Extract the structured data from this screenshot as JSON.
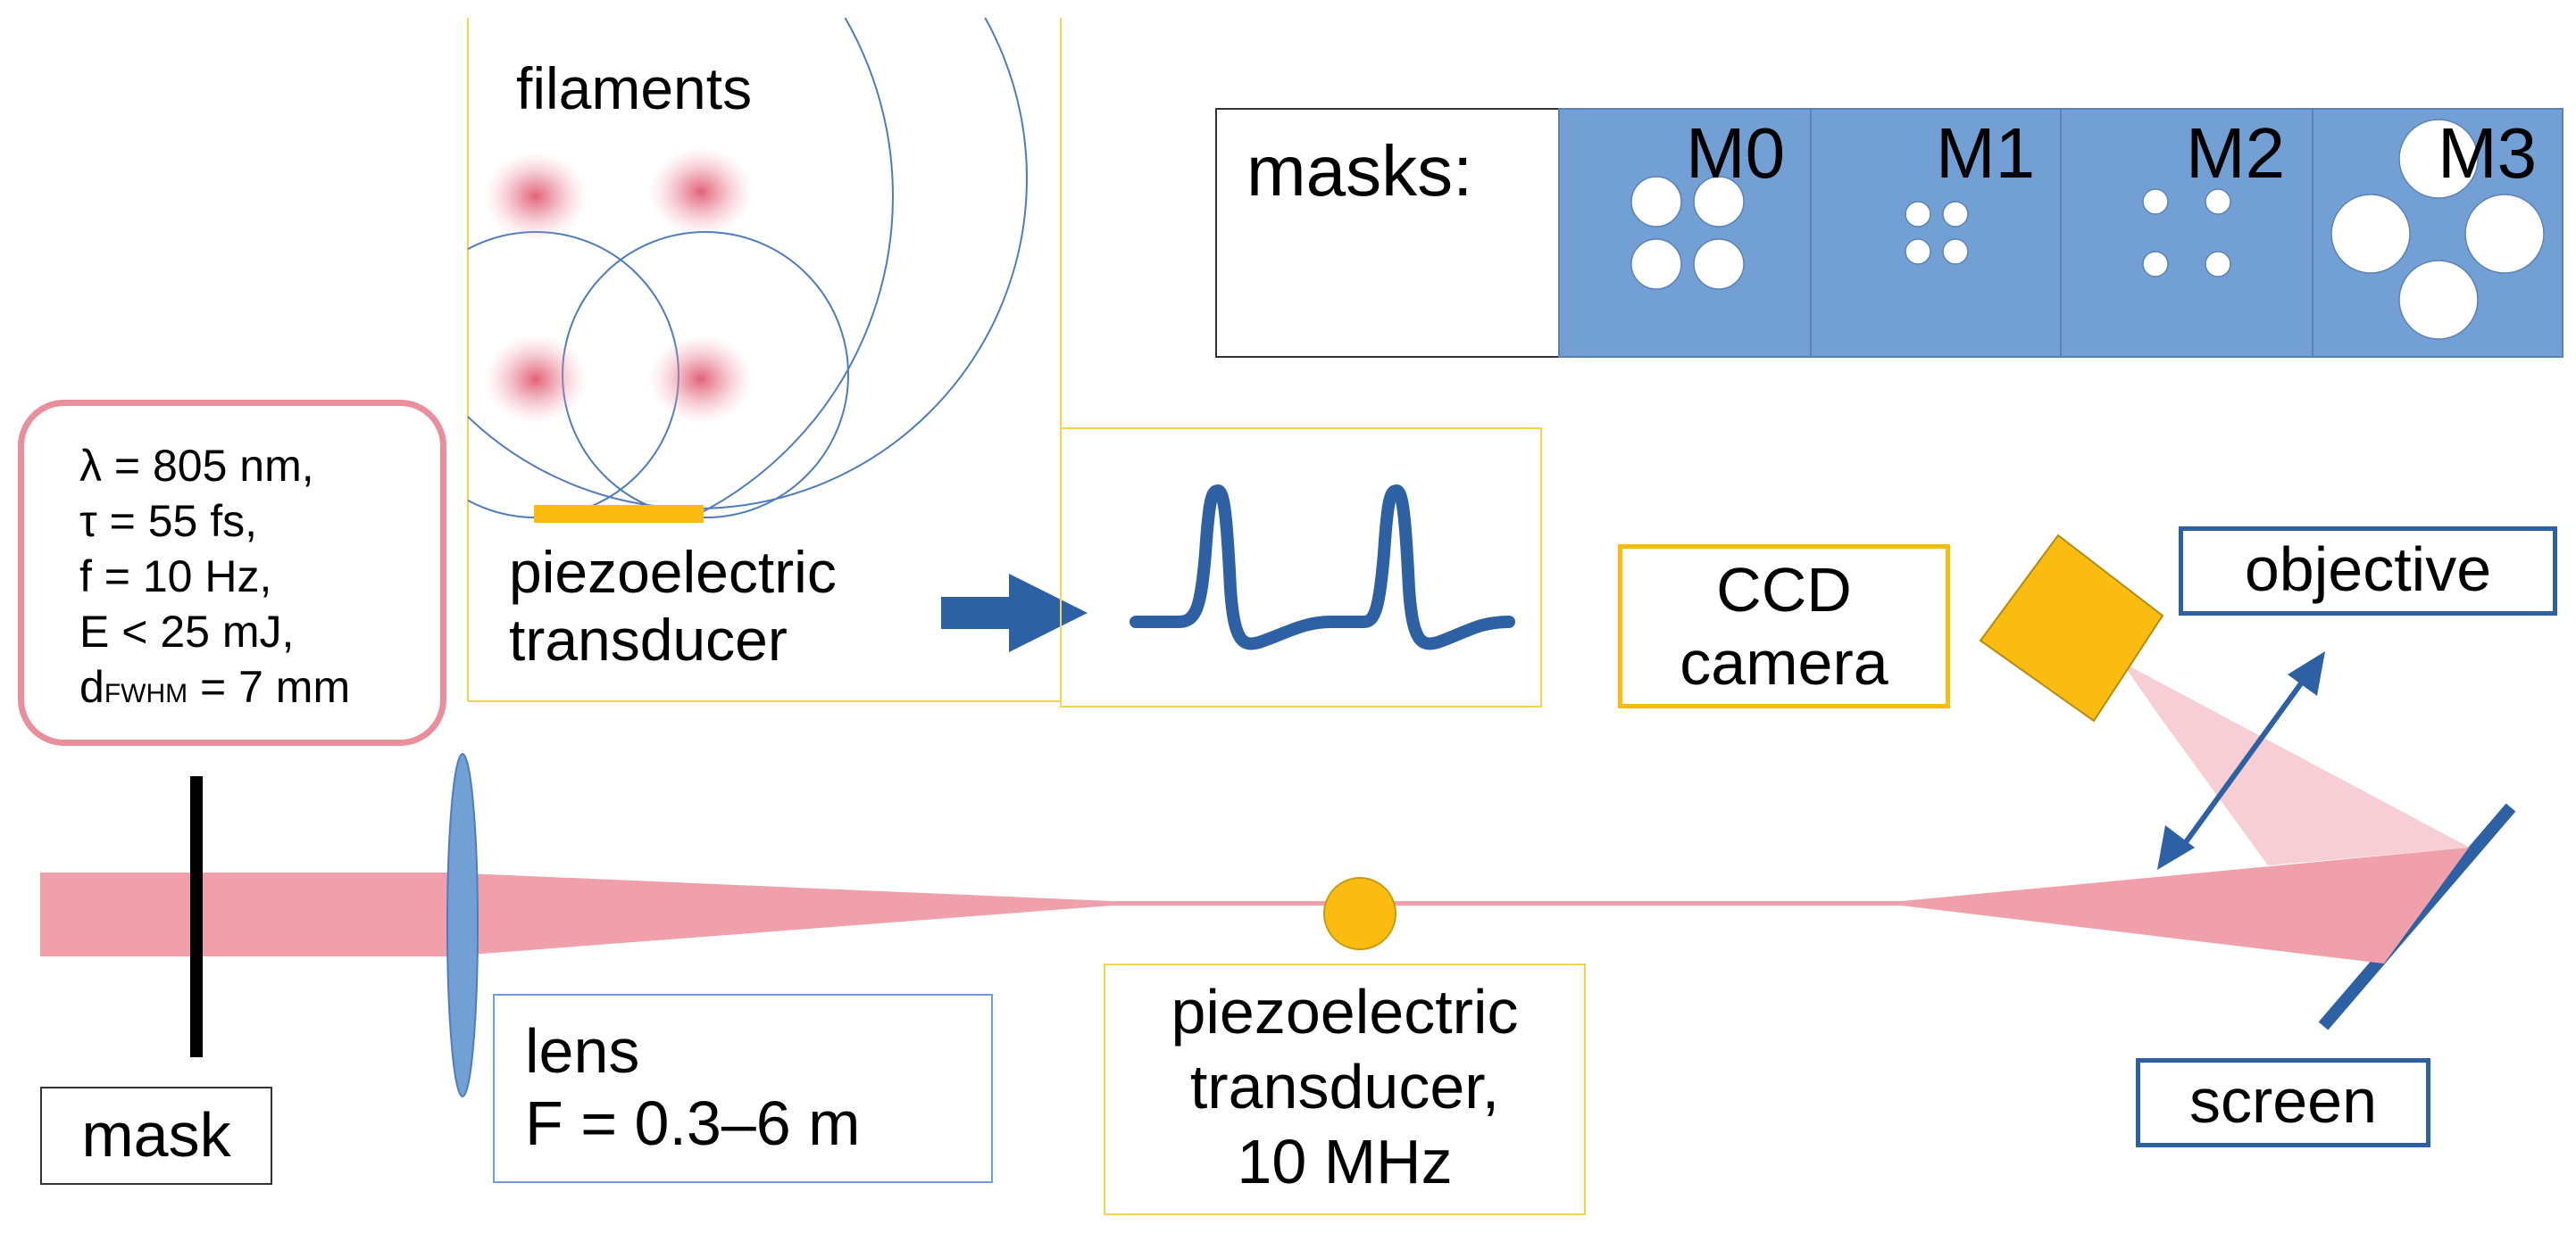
{
  "colors": {
    "beam": "#f0a0aa",
    "beam_light": "#f6c9cf",
    "blue": "#2e60a4",
    "mask_blue": "#729fd4",
    "gold": "#fbbc12",
    "gold_border": "#f5d34c",
    "filament": "#e05a70",
    "pink_border": "#e88e9c",
    "circle_line": "#4f7cc0"
  },
  "inset": {
    "filaments_label": "filaments",
    "transducer_label_line1": "piezoelectric",
    "transducer_label_line2": "transducer"
  },
  "masks_panel": {
    "label": "masks:",
    "items": [
      {
        "label": "M0"
      },
      {
        "label": "M1"
      },
      {
        "label": "M2"
      },
      {
        "label": "M3"
      }
    ]
  },
  "laser_params": {
    "line1": "λ = 805 nm,",
    "line2": "τ = 55 fs,",
    "line3": "f = 10 Hz,",
    "line4": "E < 25 mJ,",
    "line5_main": "d",
    "line5_sub": "FWHM",
    "line5_rest": " = 7 mm"
  },
  "labels": {
    "mask": "mask",
    "lens_line1": "lens",
    "lens_line2": "F = 0.3–6 m",
    "transducer_line1": "piezoelectric",
    "transducer_line2": "transducer,",
    "transducer_line3": "10 MHz",
    "ccd_line1": "CCD",
    "ccd_line2": "camera",
    "objective": "objective",
    "screen": "screen"
  }
}
